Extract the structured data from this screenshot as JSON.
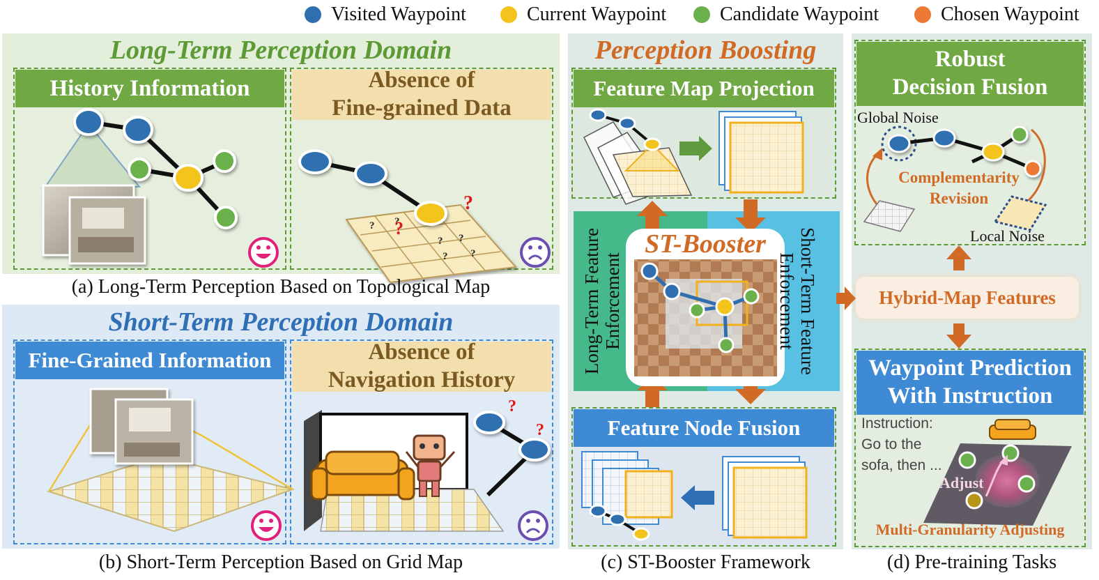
{
  "legend": [
    {
      "label": "Visited Waypoint",
      "color": "#2f6fb0"
    },
    {
      "label": "Current Waypoint",
      "color": "#f2c41d"
    },
    {
      "label": "Candidate Waypoint",
      "color": "#6ab04c"
    },
    {
      "label": "Chosen Waypoint",
      "color": "#ec7a35"
    }
  ],
  "panel_a": {
    "domain_title": "Long-Term Perception Domain",
    "left_banner": "History Information",
    "right_banner_line1": "Absence of",
    "right_banner_line2": "Fine-grained Data",
    "question_mark": "?",
    "caption": "(a) Long-Term Perception Based on Topological Map"
  },
  "panel_b": {
    "domain_title": "Short-Term Perception Domain",
    "left_banner": "Fine-Grained Information",
    "right_banner_line1": "Absence of",
    "right_banner_line2": "Navigation History",
    "question_mark": "?",
    "caption": "(b) Short-Term Perception Based on Grid Map"
  },
  "panel_c": {
    "title": "Perception Boosting",
    "top_banner": "Feature Map Projection",
    "bottom_banner": "Feature Node Fusion",
    "center_label": "ST-Booster",
    "left_vertical_line1": "Long-Term Feature",
    "left_vertical_line2": "Enforcement",
    "right_vertical_line1": "Short-Term Feature",
    "right_vertical_line2": "Enforcement",
    "caption": "(c) ST-Booster Framework"
  },
  "panel_d": {
    "top_banner_line1": "Robust",
    "top_banner_line2": "Decision Fusion",
    "global_noise": "Global Noise",
    "local_noise": "Local Noise",
    "revision_line1": "Complementarity",
    "revision_line2": "Revision",
    "hybrid": "Hybrid-Map Features",
    "bottom_banner_line1": "Waypoint Prediction",
    "bottom_banner_line2": "With Instruction",
    "instruction_line1": "Instruction:",
    "instruction_line2": "Go to the",
    "instruction_line3": "sofa, then ...",
    "adjust": "Adjust",
    "multi": "Multi-Granularity Adjusting",
    "caption": "(d) Pre-training Tasks"
  },
  "colors": {
    "green_bg": "#e3eedb",
    "green_banner": "#70a944",
    "green_title": "#5b9a34",
    "blue_bg": "#dde9f5",
    "blue_banner": "#3f8ad4",
    "blue_title": "#2e6fb5",
    "orange": "#d06a25",
    "tan": "#f3dfae"
  }
}
